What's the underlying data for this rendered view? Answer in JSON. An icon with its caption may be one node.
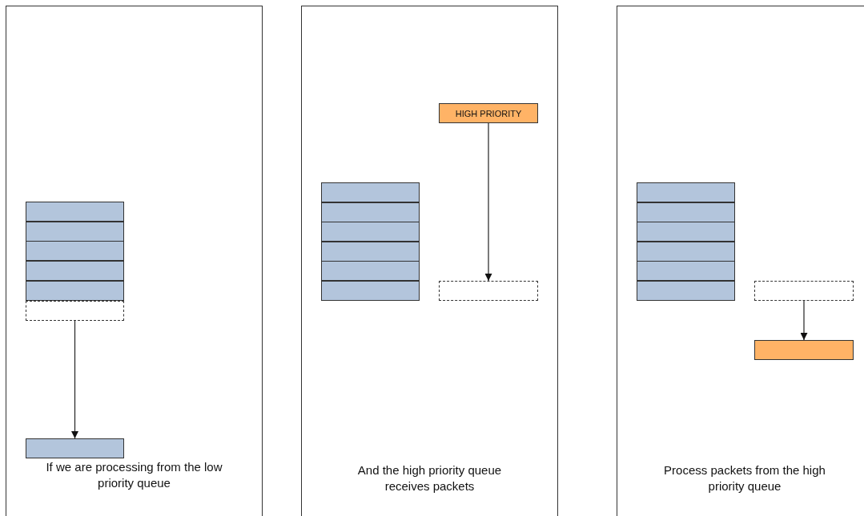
{
  "diagram": {
    "nodes": [
      {
        "text": [
          "If we are processing from the low priority queue"
        ]
      },
      {
        "text": [],
        "shape": "box",
        "in": 0
      },
      {
        "text": [],
        "shape": "box",
        "in": 0
      },
      {
        "text": [],
        "shape": "box",
        "in": 0
      },
      {
        "text": [],
        "shape": "box",
        "in": 0
      },
      {
        "text": [],
        "shape": "box",
        "in": 0
      },
      {
        "text": [],
        "shape": "box",
        "in": 0
      },
      {
        "text": [],
        "shape": "box",
        "in": 0
      },
      {
        "text": [
          "And the high priority queue receives packets"
        ]
      },
      {
        "text": [
          "HIGH PRIORITY"
        ],
        "in": 8
      },
      {
        "text": [],
        "shape": "box",
        "in": 8
      },
      {
        "text": [],
        "shape": "box",
        "in": 8
      },
      {
        "text": [],
        "shape": "box",
        "in": 8
      },
      {
        "text": [],
        "shape": "box",
        "in": 8
      },
      {
        "text": [],
        "shape": "box",
        "in": 8
      },
      {
        "text": [],
        "shape": "box",
        "in": 8
      },
      {
        "text": [],
        "shape": "box",
        "in": 8
      },
      {
        "text": [
          "Process packets from the high priority queue"
        ]
      },
      {
        "text": [],
        "shape": "box",
        "in": 17
      },
      {
        "text": [],
        "shape": "box",
        "in": 17
      },
      {
        "text": [],
        "shape": "box",
        "in": 17
      },
      {
        "text": [],
        "shape": "box",
        "in": 17
      },
      {
        "text": [],
        "shape": "box",
        "in": 17
      },
      {
        "text": [],
        "shape": "box",
        "in": 17
      },
      {
        "text": [],
        "shape": "box",
        "in": 17
      },
      {
        "text": [],
        "shape": "box",
        "in": 17
      }
    ],
    "edges": [
      {
        "from": 6,
        "to": 7,
        "arrow": "to"
      },
      {
        "from": 9,
        "to": 16,
        "arrow": "to"
      },
      {
        "from": 24,
        "to": 25,
        "arrow": "to"
      }
    ]
  }
}
